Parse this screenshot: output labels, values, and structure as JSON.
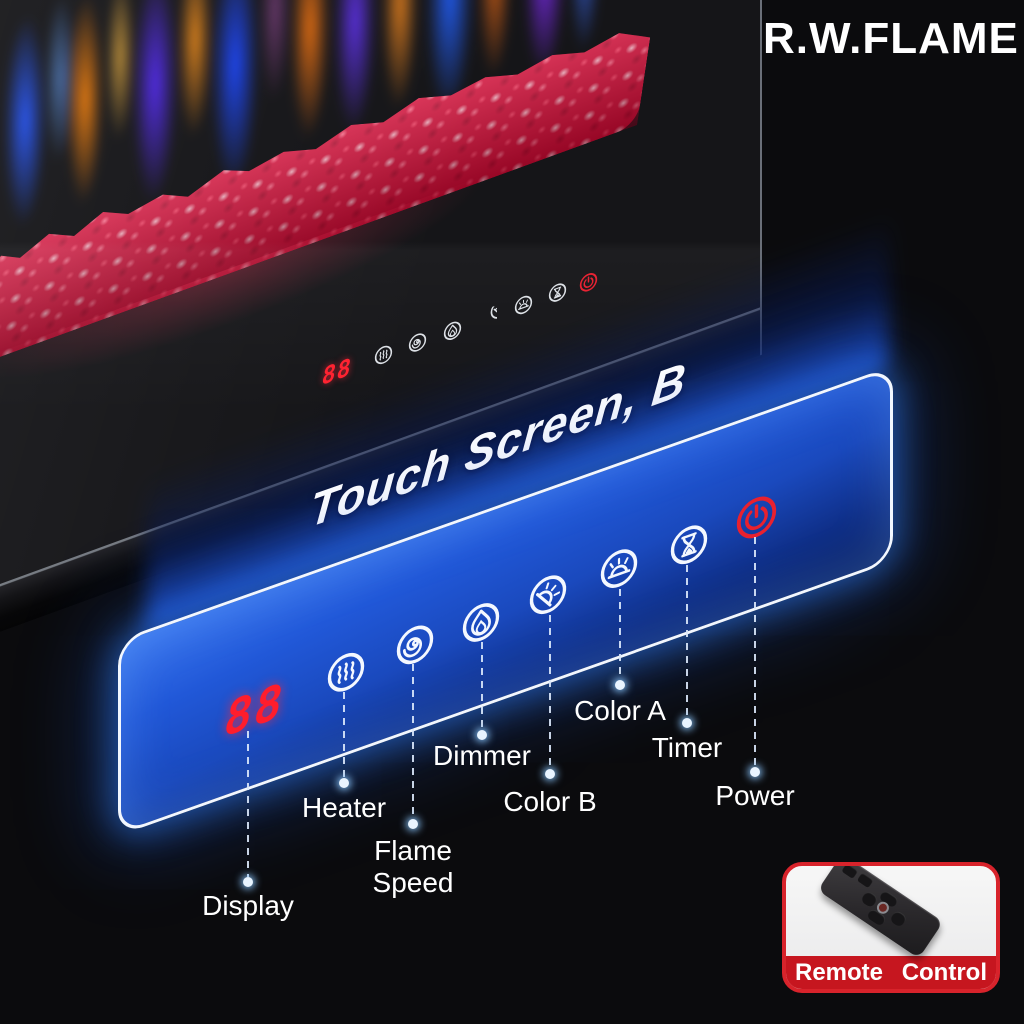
{
  "brand": {
    "logo_text": "R.W.FLAME"
  },
  "fireplace": {
    "display_value": "88",
    "touch_buttons": [
      "display",
      "heater",
      "flame-speed",
      "dimmer",
      "color-b",
      "color-a",
      "timer",
      "power"
    ]
  },
  "banner": {
    "title": "Touch Screen, B",
    "display_value": "88"
  },
  "callouts": [
    {
      "label": "Display"
    },
    {
      "label": "Heater"
    },
    {
      "label": "Flame Speed"
    },
    {
      "label": "Dimmer"
    },
    {
      "label": "Color B"
    },
    {
      "label": "Color A"
    },
    {
      "label": "Timer"
    },
    {
      "label": "Power"
    }
  ],
  "inset": {
    "caption": "Remote Control"
  },
  "colors": {
    "accent_blue": "#1d52cd",
    "glow_blue": "#57a8ff",
    "display_red": "#ff1d2c",
    "power_red": "#e8212f",
    "inset_red": "#c6161f",
    "crystal_pink": "#ff5f7d",
    "flame_orange": "#ff8c28",
    "flame_blue": "#2b50f0"
  }
}
